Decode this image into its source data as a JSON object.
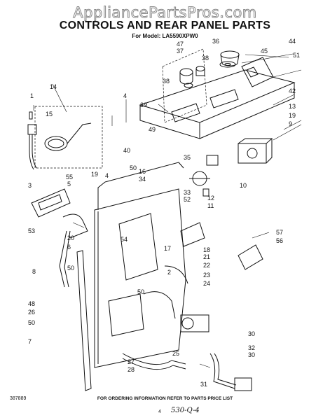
{
  "watermark": "AppliancePartsPros.com",
  "header": {
    "title": "CONTROLS AND REAR PANEL PARTS",
    "subtitle": "For Model: LA5590XPW0"
  },
  "callouts": [
    "47",
    "37",
    "36",
    "44",
    "45",
    "51",
    "38",
    "38",
    "14",
    "4",
    "39",
    "42",
    "1",
    "13",
    "19",
    "9",
    "15",
    "49",
    "40",
    "16",
    "50",
    "4",
    "35",
    "55",
    "19",
    "5",
    "3",
    "34",
    "10",
    "33",
    "52",
    "12",
    "11",
    "53",
    "20",
    "6",
    "57",
    "56",
    "17",
    "54",
    "18",
    "21",
    "22",
    "50",
    "2",
    "23",
    "24",
    "8",
    "50",
    "48",
    "26",
    "50",
    "30",
    "32",
    "7",
    "25",
    "27",
    "28",
    "30",
    "31"
  ],
  "footer": {
    "code": "387889",
    "instruction": "FOR ORDERING INFORMATION REFER TO PARTS PRICE LIST",
    "page": "4",
    "handwritten": "530-Q-4"
  }
}
